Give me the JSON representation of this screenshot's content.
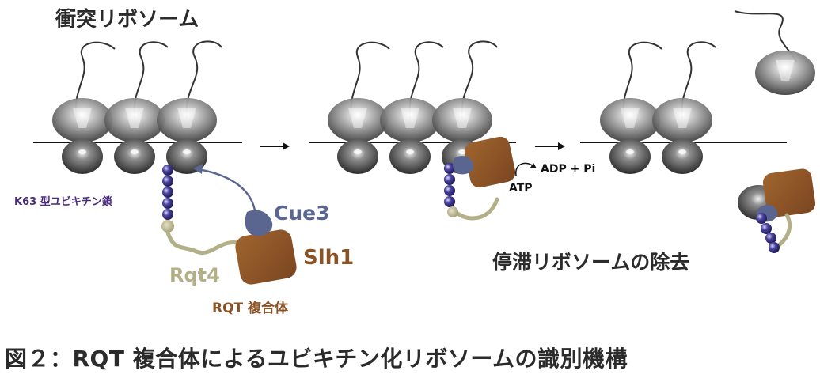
{
  "texts": {
    "collided_ribosome": "衝突リボソーム",
    "k63_chain": "K63 型ユビキチン鎖",
    "cue3": "Cue3",
    "slh1": "Slh1",
    "rqt4": "Rqt4",
    "rqt_complex": "RQT 複合体",
    "adp_pi": "ADP + Pi",
    "atp": "ATP",
    "stalled_removal": "停滞リボソームの除去",
    "caption": "図２：RQT 複合体によるユビキチン化リボソームの識別機構"
  },
  "colors": {
    "ubiquitin": "#3b3580",
    "rqt4": "#b3b087",
    "slh1": "#8a5326",
    "cue3": "#5a6690",
    "ribosome": "#6e6e6e"
  }
}
